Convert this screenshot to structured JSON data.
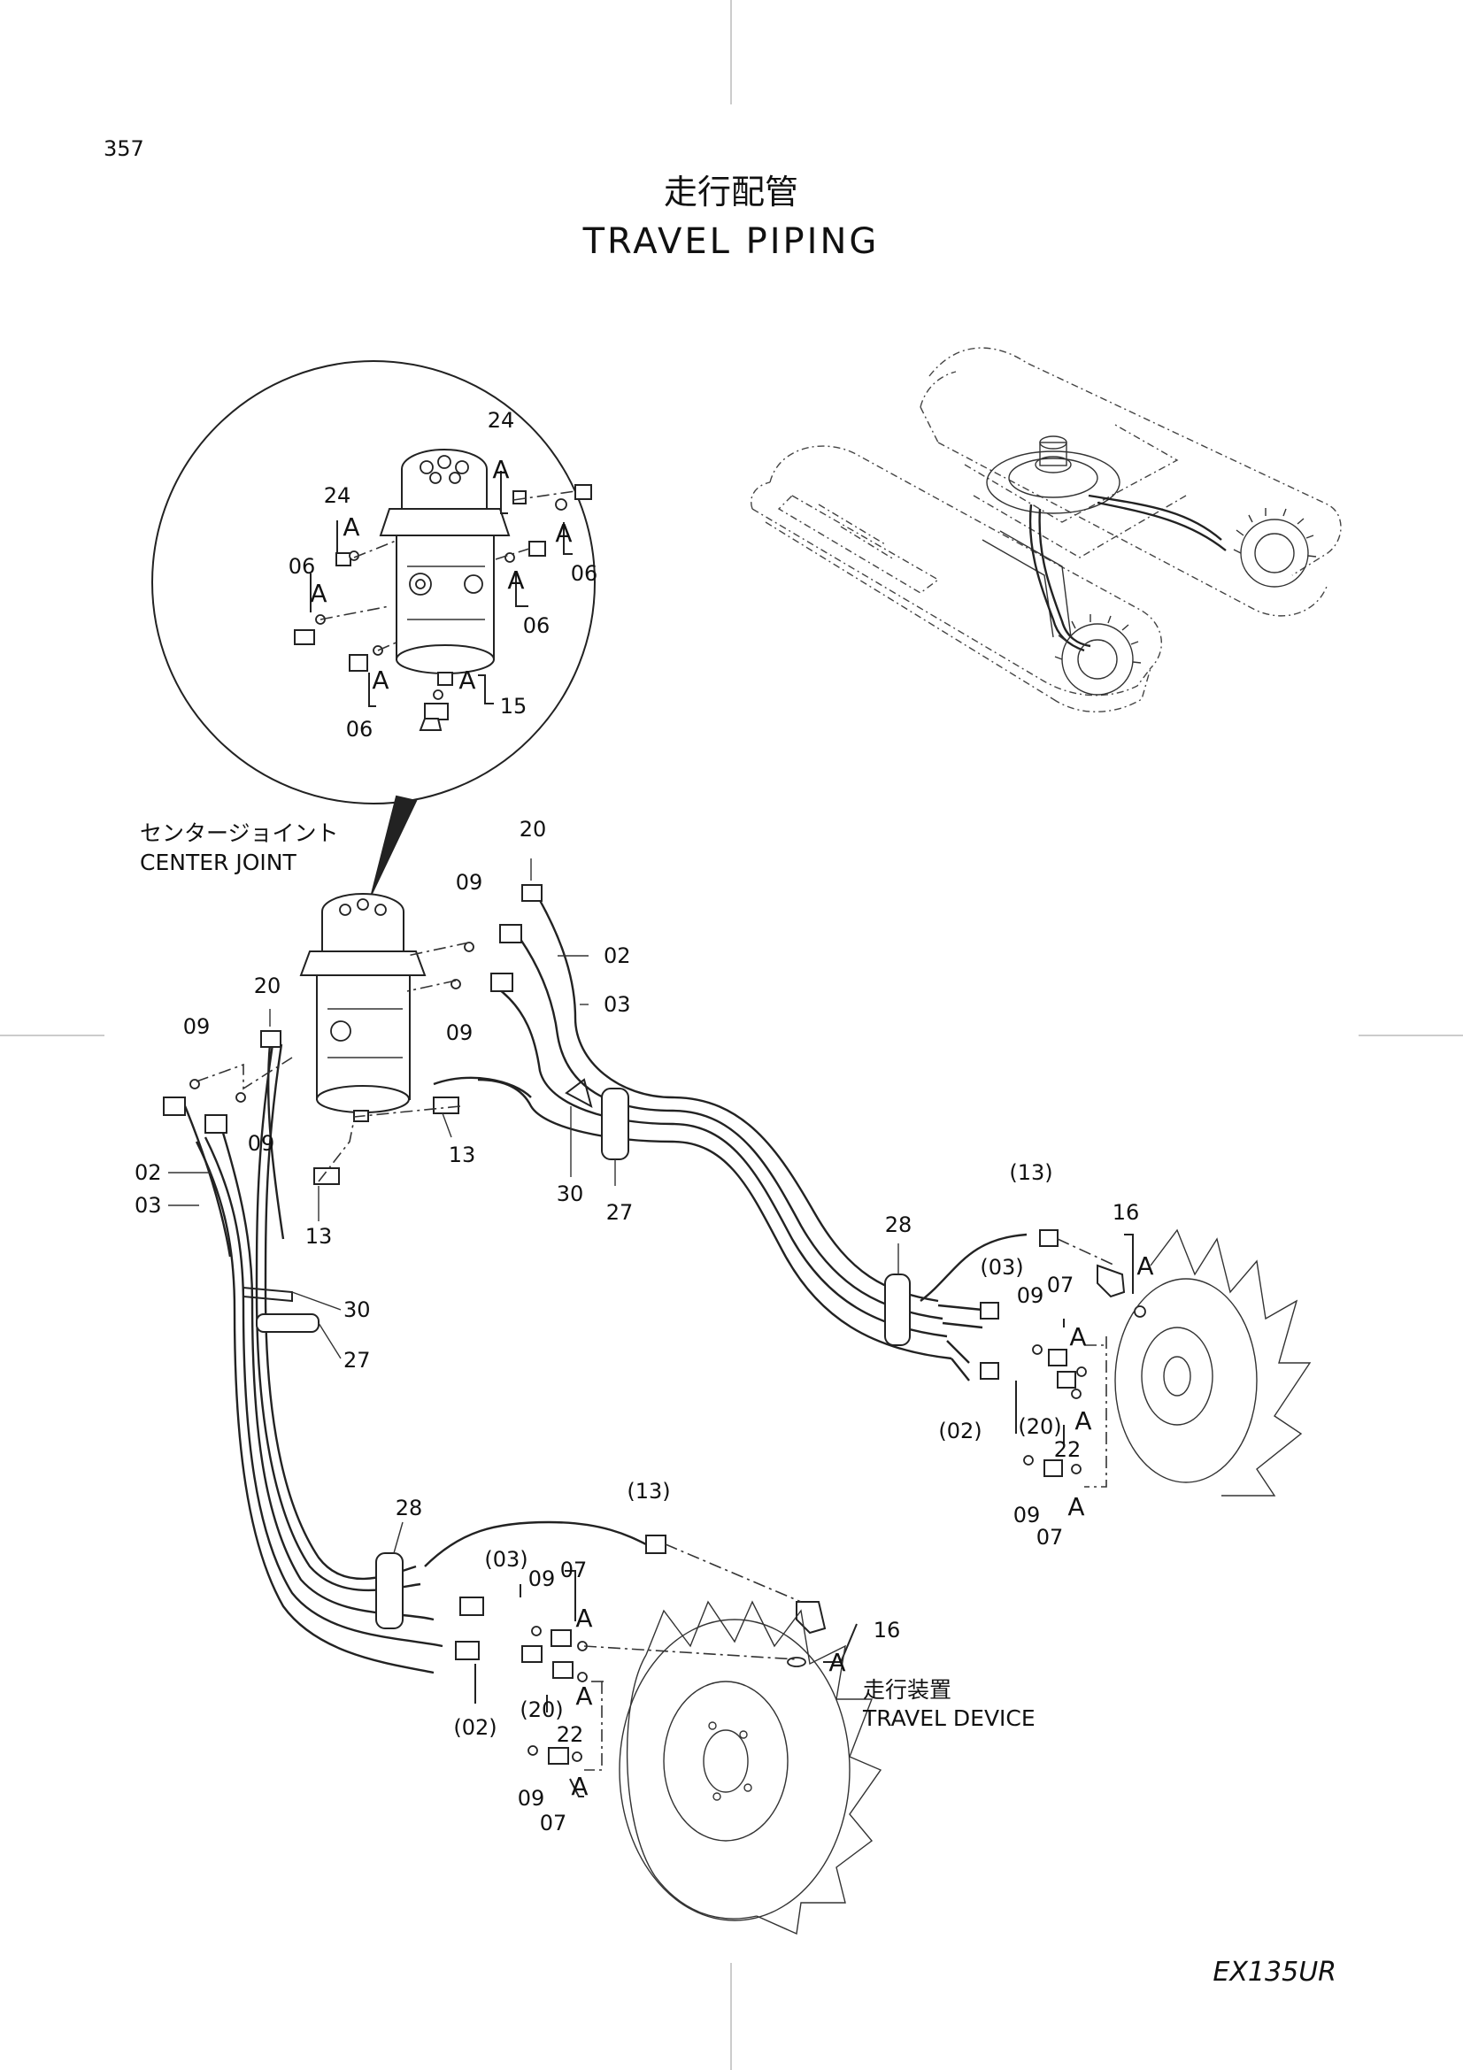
{
  "page_number": "357",
  "title_jp": "走行配管",
  "title_en": "TRAVEL PIPING",
  "model": "EX135UR",
  "labels": {
    "center_joint_jp": "センタージョイント",
    "center_joint_en": "CENTER JOINT",
    "travel_device_jp": "走行装置",
    "travel_device_en": "TRAVEL DEVICE"
  },
  "inset_callouts": {
    "c24_top": "24",
    "c24_left": "24",
    "c06_left": "06",
    "c06_right_top": "06",
    "c06_right_bottom": "06",
    "c06_bottom": "06",
    "c15": "15",
    "a": "A"
  },
  "main_callouts": {
    "c20_top": "20",
    "c09_top": "09",
    "c02_top": "02",
    "c03_top": "03",
    "c09_mid": "09",
    "c20_left": "20",
    "c09_left": "09",
    "c09_left2": "09",
    "c02_left": "02",
    "c03_left": "03",
    "c13_mid": "13",
    "c13_left": "13",
    "c30_mid": "30",
    "c27_mid": "27",
    "c30_left": "30",
    "c27_left": "27",
    "c28_right": "28",
    "c13p_right": "(13)",
    "c16_right": "16",
    "c03p_right": "(03)",
    "c09_right": "09",
    "c07_right": "07",
    "c02p_right": "(02)",
    "c20p_right": "(20)",
    "c22_right": "22",
    "c09_right_b": "09",
    "c07_right_b": "07",
    "c28_low": "28",
    "c13p_low": "(13)",
    "c03p_low": "(03)",
    "c09_low": "09",
    "c07_low": "07",
    "c16_low": "16",
    "c02p_low": "(02)",
    "c20p_low": "(20)",
    "c22_low": "22",
    "c09_low_b": "09",
    "c07_low_b": "07",
    "a": "A"
  }
}
